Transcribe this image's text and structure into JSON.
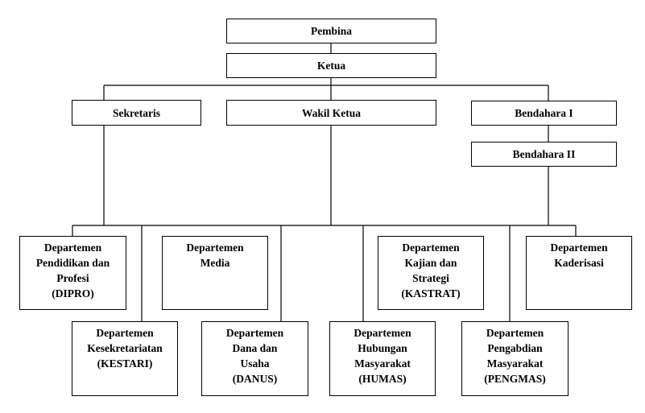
{
  "top": {
    "pembina": "Pembina",
    "ketua": "Ketua"
  },
  "officers": {
    "sekretaris": "Sekretaris",
    "wakil_ketua": "Wakil Ketua",
    "bendahara_1": "Bendahara I",
    "bendahara_2": "Bendahara II"
  },
  "departments": {
    "dipro": [
      "Departemen",
      "Pendidikan  dan",
      "Profesi",
      "(DIPRO)"
    ],
    "media": [
      "Departemen",
      "Media"
    ],
    "kastrat": [
      "Departemen",
      "Kajian dan",
      "Strategi",
      "(KASTRAT)"
    ],
    "kaderisasi": [
      "Departemen",
      "Kaderisasi"
    ],
    "kestari": [
      "Departemen",
      "Kesekretariatan",
      "(KESTARI)"
    ],
    "danus": [
      "Departemen",
      "Dana dan",
      "Usaha",
      "(DANUS)"
    ],
    "humas": [
      "Departemen",
      "Hubungan",
      "Masyarakat",
      "(HUMAS)"
    ],
    "pengmas": [
      "Departemen",
      "Pengabdian",
      "Masyarakat",
      "(PENGMAS)"
    ]
  }
}
